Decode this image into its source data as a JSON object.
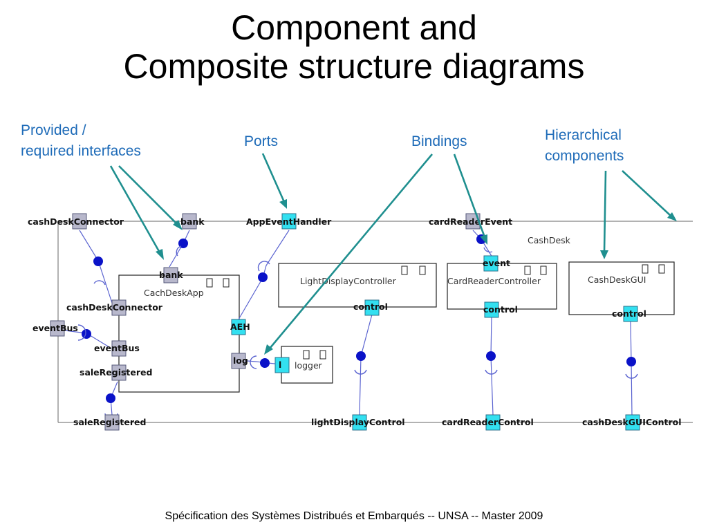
{
  "slide": {
    "title_line1": "Component and",
    "title_line2": "Composite structure diagrams",
    "footer": "Spécification des Systèmes Distribués et Embarqués  --  UNSA -- Master 2009"
  },
  "callouts": {
    "provided_line1": "Provided /",
    "provided_line2": "required interfaces",
    "ports": "Ports",
    "bindings": "Bindings",
    "hierarchical_line1": "Hierarchical",
    "hierarchical_line2": "components"
  },
  "diagram": {
    "composite_name": "CashDesk",
    "outer_ports": {
      "cashDeskConnector": "cashDeskConnector",
      "bank": "bank",
      "appEventHandler": "AppEventHandler",
      "cardReaderEvent": "cardReaderEvent",
      "eventBus": "eventBus",
      "saleRegistered": "saleRegistered",
      "lightDisplayControl": "lightDisplayControl",
      "cardReaderControl": "cardReaderControl",
      "cashDeskGUIControl": "cashDeskGUIControl"
    },
    "components": {
      "cashDeskApp": "CachDeskApp",
      "lightDisplayController": "LightDisplayController",
      "cardReaderController": "CardReaderController",
      "cashDeskGUI": "CashDeskGUI",
      "logger": "logger"
    },
    "inner_ports": {
      "bank": "bank",
      "cashDeskConnector": "cashDeskConnector",
      "eventBus": "eventBus",
      "saleRegistered": "saleRegistered",
      "aeh": "AEH",
      "log": "log",
      "loggerPort": "l",
      "control": "control",
      "event": "event"
    }
  }
}
